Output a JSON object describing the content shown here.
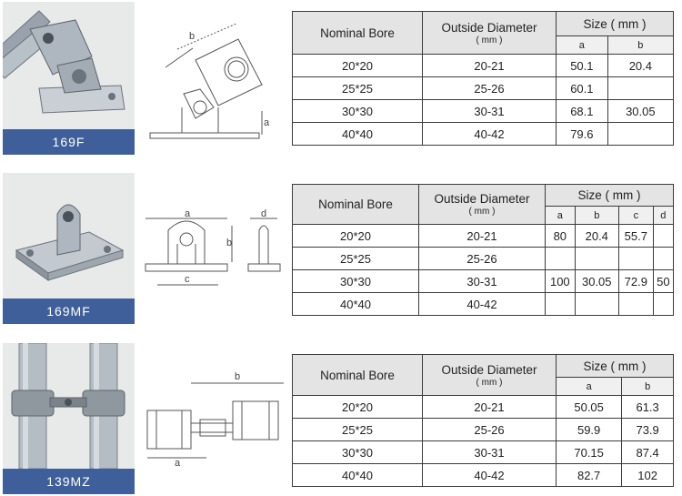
{
  "products": [
    {
      "code": "169F",
      "headers": {
        "nominal_bore": "Nominal Bore",
        "outside_diameter": "Outside Diameter",
        "od_unit": "( mm )",
        "size": "Size  ( mm )"
      },
      "size_cols": [
        "a",
        "b"
      ],
      "drawing_labels": [
        "b",
        "a"
      ],
      "rows": [
        {
          "bore": "20*20",
          "od": "20-21",
          "sizes": [
            "50.1",
            "20.4"
          ]
        },
        {
          "bore": "25*25",
          "od": "25-26",
          "sizes": [
            "60.1",
            ""
          ]
        },
        {
          "bore": "30*30",
          "od": "30-31",
          "sizes": [
            "68.1",
            "30.05"
          ]
        },
        {
          "bore": "40*40",
          "od": "40-42",
          "sizes": [
            "79.6",
            ""
          ]
        }
      ]
    },
    {
      "code": "169MF",
      "headers": {
        "nominal_bore": "Nominal Bore",
        "outside_diameter": "Outside Diameter",
        "od_unit": "( mm )",
        "size": "Size  ( mm )"
      },
      "size_cols": [
        "a",
        "b",
        "c",
        "d"
      ],
      "drawing_labels": [
        "a",
        "b",
        "c",
        "d"
      ],
      "rows": [
        {
          "bore": "20*20",
          "od": "20-21",
          "sizes": [
            "80",
            "20.4",
            "55.7",
            ""
          ]
        },
        {
          "bore": "25*25",
          "od": "25-26",
          "sizes": [
            "",
            "",
            "",
            ""
          ]
        },
        {
          "bore": "30*30",
          "od": "30-31",
          "sizes": [
            "100",
            "30.05",
            "72.9",
            "50"
          ]
        },
        {
          "bore": "40*40",
          "od": "40-42",
          "sizes": [
            "",
            "",
            "",
            ""
          ]
        }
      ]
    },
    {
      "code": "139MZ",
      "headers": {
        "nominal_bore": "Nominal Bore",
        "outside_diameter": "Outside Diameter",
        "od_unit": "( mm )",
        "size": "Size  ( mm )"
      },
      "size_cols": [
        "a",
        "b"
      ],
      "drawing_labels": [
        "b",
        "a"
      ],
      "rows": [
        {
          "bore": "20*20",
          "od": "20-21",
          "sizes": [
            "50.05",
            "61.3"
          ]
        },
        {
          "bore": "25*25",
          "od": "25-26",
          "sizes": [
            "59.9",
            "73.9"
          ]
        },
        {
          "bore": "30*30",
          "od": "30-31",
          "sizes": [
            "70.15",
            "87.4"
          ]
        },
        {
          "bore": "40*40",
          "od": "40-42",
          "sizes": [
            "82.7",
            "102"
          ]
        }
      ]
    }
  ]
}
